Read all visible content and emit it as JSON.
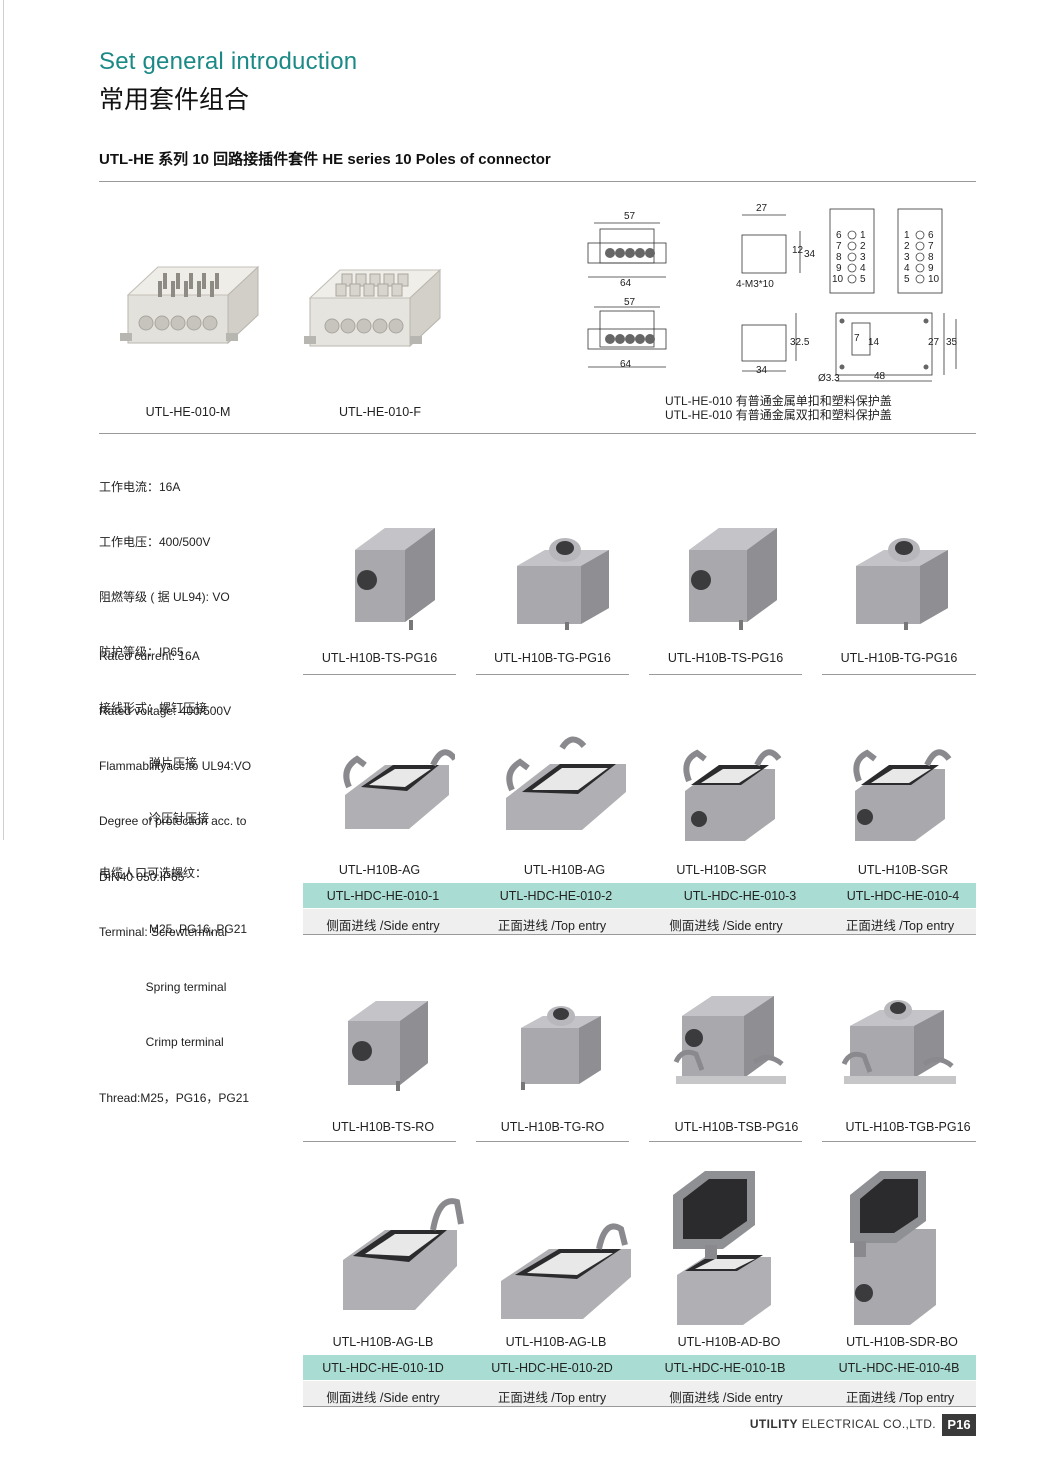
{
  "heading": {
    "title_en": "Set general introduction",
    "title_zh": "常用套件组合",
    "subtitle": "UTL-HE 系列 10 回路接插件套件  HE series 10 Poles of connector"
  },
  "inserts": [
    {
      "label": "UTL-HE-010-M"
    },
    {
      "label": "UTL-HE-010-F"
    }
  ],
  "drawing": {
    "dims": {
      "d57": "57",
      "d64": "64",
      "d27": "27",
      "d34": "34",
      "d12": "12",
      "d325": "32.5",
      "d48": "48",
      "d35": "35",
      "d14": "14",
      "d33": "Ø3.3",
      "d7": "7",
      "screw": "4-M3*10",
      "d57b": "57",
      "d64b": "64",
      "d34b": "34",
      "d27b": "27"
    },
    "pins_left": [
      "6",
      "7",
      "8",
      "9",
      "10"
    ],
    "pins_left_r": [
      "1",
      "2",
      "3",
      "4",
      "5"
    ],
    "pins_right": [
      "1",
      "2",
      "3",
      "4",
      "5"
    ],
    "pins_right_r": [
      "6",
      "7",
      "8",
      "9",
      "10"
    ],
    "caption_1": "UTL-HE-010 有普通金属单扣和塑料保护盖",
    "caption_2": "UTL-HE-010 有普通金属双扣和塑料保护盖"
  },
  "specs": {
    "zh": [
      "工作电流：16A",
      "工作电压：400/500V",
      "阻燃等级 ( 据 UL94): VO",
      "防护等级：IP65",
      "接线形式：螺钉压接",
      "               弹片压接",
      "               冷压针压接",
      "电缆人口可选螺纹：",
      "               M25, PG16, PG21"
    ],
    "en": [
      "Rated current: 16A",
      "Rated voltage: 400/500V",
      "Flammabilityacc.to UL94:VO",
      "Degree of protection acc. to",
      "DIN40 050:IP65",
      "Terminal: Screwterminal",
      "              Spring terminal",
      "              Crimp terminal",
      "Thread:M25，PG16，PG21"
    ]
  },
  "row1": [
    "UTL-H10B-TS-PG16",
    "UTL-H10B-TG-PG16",
    "UTL-H10B-TS-PG16",
    "UTL-H10B-TG-PG16"
  ],
  "row2": [
    "UTL-H10B-AG",
    "UTL-H10B-AG",
    "UTL-H10B-SGR",
    "UTL-H10B-SGR"
  ],
  "row2_codes": [
    "UTL-HDC-HE-010-1",
    "UTL-HDC-HE-010-2",
    "UTL-HDC-HE-010-3",
    "UTL-HDC-HE-010-4"
  ],
  "row2_entry": [
    "侧面进线 /Side entry",
    "正面进线 /Top entry",
    "侧面进线 /Side entry",
    "正面进线 /Top entry"
  ],
  "row3": [
    "UTL-H10B-TS-RO",
    "UTL-H10B-TG-RO",
    "UTL-H10B-TSB-PG16",
    "UTL-H10B-TGB-PG16"
  ],
  "row4": [
    "UTL-H10B-AG-LB",
    "UTL-H10B-AG-LB",
    "UTL-H10B-AD-BO",
    "UTL-H10B-SDR-BO"
  ],
  "row4_codes": [
    "UTL-HDC-HE-010-1D",
    "UTL-HDC-HE-010-2D",
    "UTL-HDC-HE-010-1B",
    "UTL-HDC-HE-010-4B"
  ],
  "row4_entry": [
    "侧面进线 /Side entry",
    "正面进线 /Top entry",
    "侧面进线 /Side entry",
    "正面进线 /Top entry"
  ],
  "footer": {
    "brand_bold": "UTILITY",
    "brand_rest": " ELECTRICAL CO.,LTD.",
    "page": "P16"
  },
  "colors": {
    "title": "#1b8a86",
    "teal_row": "#a9dcd2",
    "gray_row": "#efefef",
    "housing": "#a9a9ad"
  }
}
